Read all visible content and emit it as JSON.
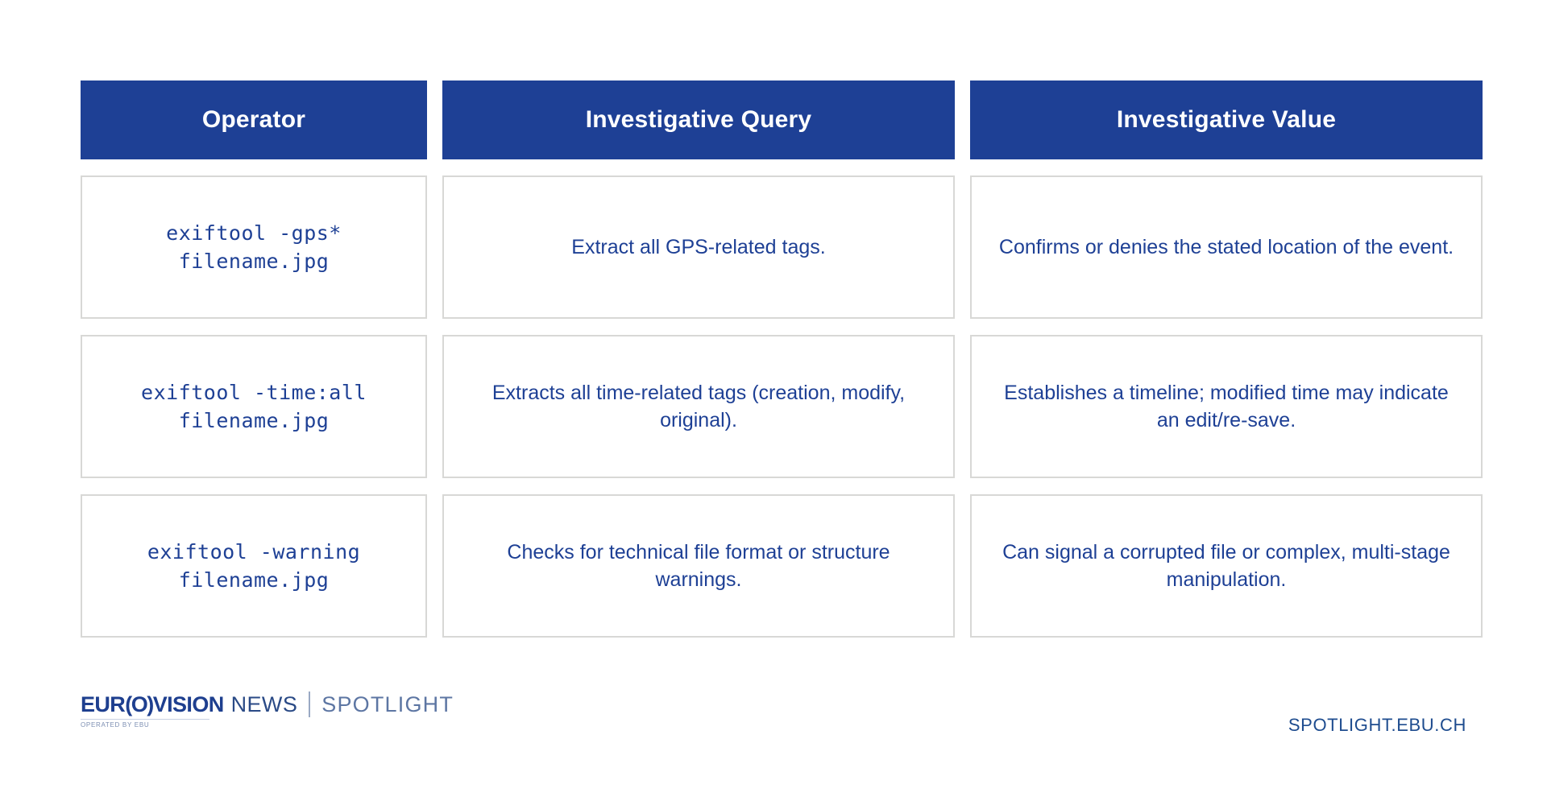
{
  "table": {
    "columns": [
      {
        "label": "Operator"
      },
      {
        "label": "Investigative Query"
      },
      {
        "label": "Investigative Value"
      }
    ],
    "rows": [
      {
        "operator": "exiftool -gps*\nfilename.jpg",
        "query": "Extract all GPS-related tags.",
        "value": "Confirms or denies the stated location of the event."
      },
      {
        "operator": "exiftool -time:all\nfilename.jpg",
        "query": "Extracts all time-related tags (creation, modify, original).",
        "value": "Establishes a timeline; modified time may indicate an edit/re-save."
      },
      {
        "operator": "exiftool -warning\nfilename.jpg",
        "query": "Checks for technical file format or structure warnings.",
        "value": "Can signal a corrupted file or complex, multi-stage manipulation."
      }
    ]
  },
  "footer": {
    "logo": {
      "brand_pre": "EUR",
      "brand_paren": "(O)",
      "brand_post": "VISION",
      "news": "NEWS",
      "spotlight": "SPOTLIGHT",
      "operated_by": "OPERATED BY EBU"
    },
    "site_url": "SPOTLIGHT.EBU.CH"
  },
  "colors": {
    "header_blue": "#1e4095",
    "text_blue": "#1e4095",
    "cell_border": "#d8d8d6",
    "background": "#ffffff"
  }
}
